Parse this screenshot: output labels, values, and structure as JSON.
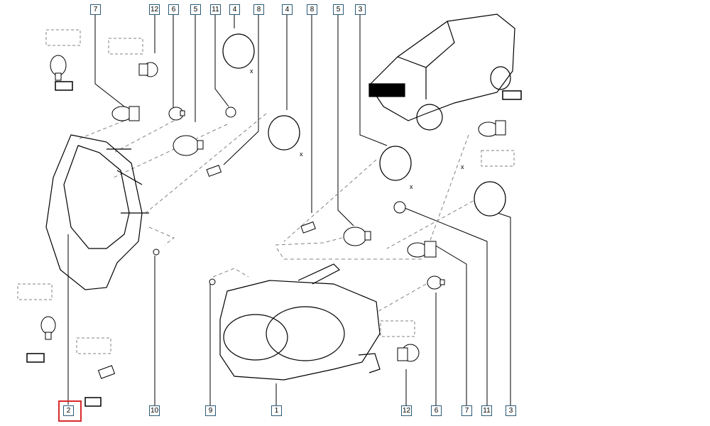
{
  "callouts": {
    "c7_top": "7",
    "c12_top": "12",
    "c6_top": "6",
    "c5_top": "5",
    "c11_top": "11",
    "c4_top": "4",
    "c8_a": "8",
    "c4_b": "4",
    "c8_b": "8",
    "c5_b": "5",
    "c3_top": "3",
    "c2": "2",
    "c10": "10",
    "c9": "9",
    "c1": "1",
    "c12_bot": "12",
    "c6_bot": "6",
    "c7_bot": "7",
    "c11_bot": "11",
    "c3_bot": "3"
  },
  "x_marks": {
    "x1": "x",
    "x2": "x",
    "x3": "x",
    "x4": "x"
  },
  "colors": {
    "callout_border": "#2a5a78",
    "highlight": "#d92a2a",
    "line": "#000000",
    "dash": "#808080"
  },
  "highlighted_callout": "2"
}
